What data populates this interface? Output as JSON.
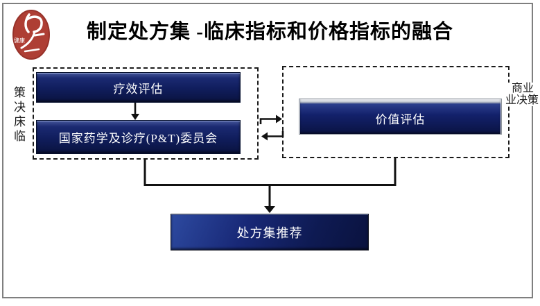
{
  "slide": {
    "title": "制定处方集 -临床指标和价格指标的融合",
    "logo": {
      "inner_text": "健康"
    }
  },
  "clinical_group": {
    "side_label": "策决床临",
    "box_efficacy": "疗效评估",
    "box_committee": "国家药学及诊疗(P&T)委员会"
  },
  "business_group": {
    "side_label_line1": "商业",
    "side_label_line2": "业决策",
    "box_value": "价值评估"
  },
  "output": {
    "box_recommendation": "处方集推荐"
  },
  "colors": {
    "navy_dark": "#0a133f",
    "navy_mid": "#16246e",
    "navy_highlight": "#45569a",
    "seal_red": "#ae3e34",
    "slide_border_gray": "#7f7f7f",
    "dash_black": "#1a1a1a"
  }
}
